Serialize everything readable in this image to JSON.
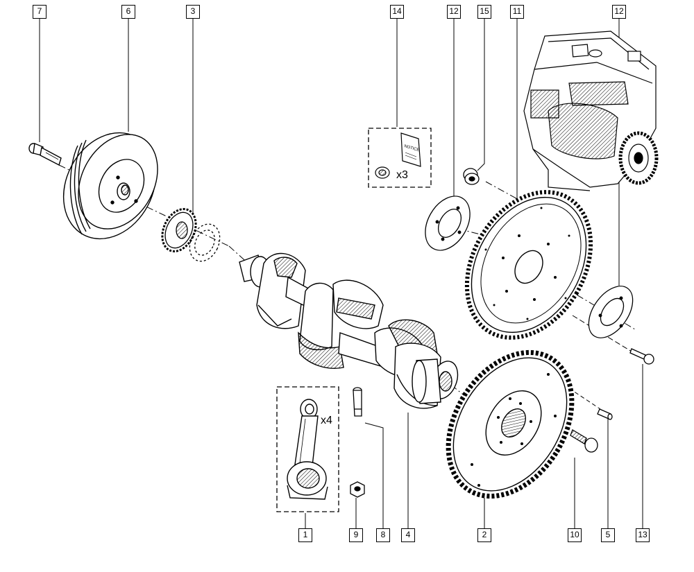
{
  "callouts": {
    "c7": "7",
    "c6": "6",
    "c3": "3",
    "c14": "14",
    "c12a": "12",
    "c15": "15",
    "c11": "11",
    "c12b": "12",
    "c1": "1",
    "c9": "9",
    "c8": "8",
    "c4": "4",
    "c2": "2",
    "c10": "10",
    "c5": "5",
    "c13": "13"
  },
  "quantities": {
    "bearing_kit": "x3",
    "connecting_rod": "x4"
  },
  "notice_label": "NOTICE"
}
